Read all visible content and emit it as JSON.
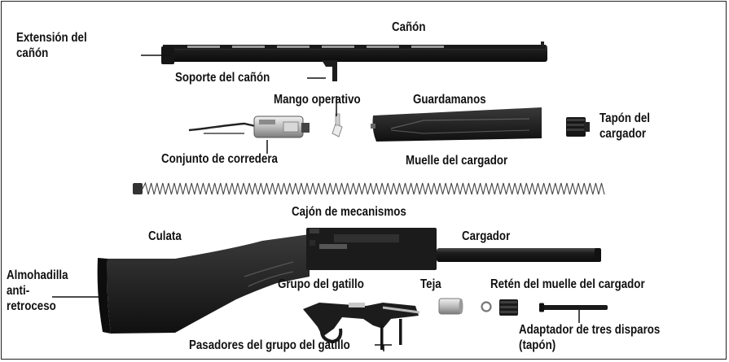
{
  "labels": {
    "barrel_extension": "Extensión del\ncañón",
    "barrel": "Cañón",
    "barrel_support": "Soporte del cañón",
    "operating_handle": "Mango operativo",
    "forend": "Guardamanos",
    "magazine_cap": "Tapón del\ncargador",
    "bolt_assembly": "Conjunto de corredera",
    "magazine_spring": "Muelle del cargador",
    "receiver": "Cajón de mecanismos",
    "stock": "Culata",
    "magazine_tube": "Cargador",
    "recoil_pad": "Almohadilla\nanti-\nretroceso",
    "trigger_group": "Grupo del gatillo",
    "tile": "Teja",
    "magazine_spring_retainer": "Retén del muelle del cargador",
    "three_shot_adapter": "Adaptador de tres disparos\n(tapón)",
    "trigger_group_pins": "Pasadores del grupo del gatillo"
  }
}
